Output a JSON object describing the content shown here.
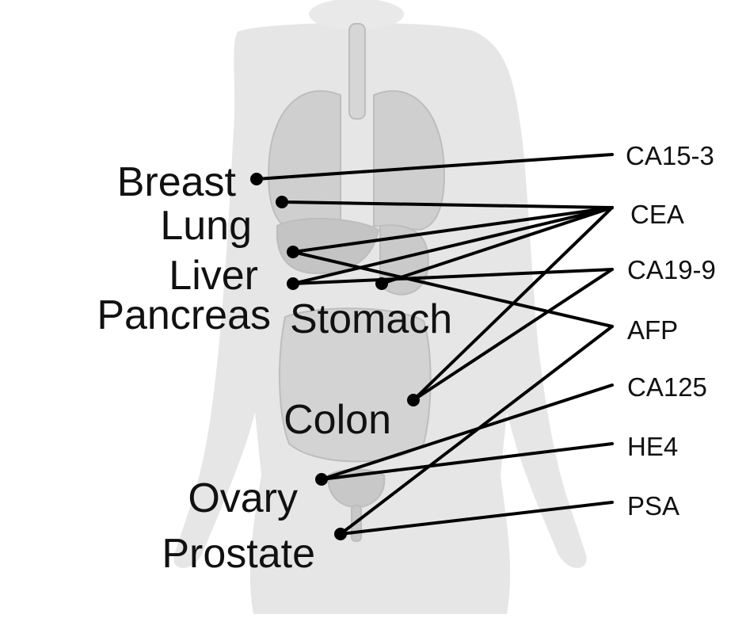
{
  "organs": [
    {
      "id": "breast",
      "label": "Breast"
    },
    {
      "id": "lung",
      "label": "Lung"
    },
    {
      "id": "liver",
      "label": "Liver"
    },
    {
      "id": "pancreas",
      "label": "Pancreas"
    },
    {
      "id": "stomach",
      "label": "Stomach"
    },
    {
      "id": "colon",
      "label": "Colon"
    },
    {
      "id": "ovary",
      "label": "Ovary"
    },
    {
      "id": "prostate",
      "label": "Prostate"
    }
  ],
  "markers": [
    {
      "id": "ca15-3",
      "label": "CA15-3"
    },
    {
      "id": "cea",
      "label": "CEA"
    },
    {
      "id": "ca19-9",
      "label": "CA19-9"
    },
    {
      "id": "afp",
      "label": "AFP"
    },
    {
      "id": "ca125",
      "label": "CA125"
    },
    {
      "id": "he4",
      "label": "HE4"
    },
    {
      "id": "psa",
      "label": "PSA"
    }
  ],
  "connections": [
    {
      "organ": "breast",
      "marker": "ca15-3"
    },
    {
      "organ": "lung",
      "marker": "cea"
    },
    {
      "organ": "liver",
      "marker": "cea"
    },
    {
      "organ": "pancreas",
      "marker": "cea"
    },
    {
      "organ": "stomach",
      "marker": "cea"
    },
    {
      "organ": "colon",
      "marker": "cea"
    },
    {
      "organ": "pancreas",
      "marker": "ca19-9"
    },
    {
      "organ": "colon",
      "marker": "ca19-9"
    },
    {
      "organ": "liver",
      "marker": "afp"
    },
    {
      "organ": "prostate",
      "marker": "afp"
    },
    {
      "organ": "ovary",
      "marker": "ca125"
    },
    {
      "organ": "ovary",
      "marker": "he4"
    },
    {
      "organ": "prostate",
      "marker": "psa"
    }
  ],
  "colors": {
    "silhouette": "#e6e6e6",
    "organs": "#cfcfcf",
    "lines": "#000000",
    "text": "#111111"
  }
}
